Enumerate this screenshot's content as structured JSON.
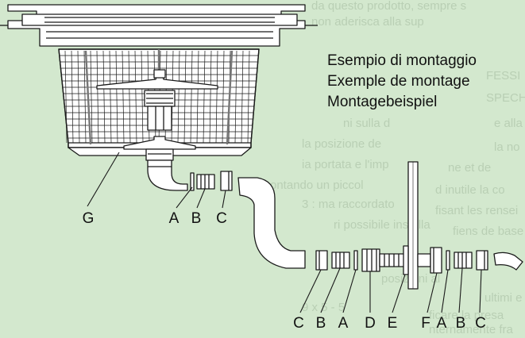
{
  "background_text": {
    "line1": "da questo prodotto, sempre s",
    "line2": "non aderisca alla sup",
    "right_fragments": [
      "FESSI",
      "SPECH",
      "e alla",
      "la no",
      "ne et de",
      "d inutile la co",
      "fisant les rensei",
      "fiens de base"
    ],
    "mid_fragments": [
      "ni sulla d",
      "la posizione de",
      "ia portata e l'imp",
      "ontando un piccol",
      "3 : ma raccordato",
      "ri possibile installa",
      "posizioni al",
      "9 x 5 - 5"
    ],
    "bottom_fragments": [
      "ultimi e Il",
      "ficare la presa",
      "nternamente fra"
    ]
  },
  "caption": {
    "lines": [
      "Esempio di montaggio",
      "Exemple de montage",
      "Montagebeispiel"
    ]
  },
  "labels_left": [
    "G",
    "A",
    "B",
    "C"
  ],
  "labels_right": [
    "C",
    "B",
    "A",
    "D",
    "E",
    "F",
    "A",
    "B",
    "C"
  ],
  "colors": {
    "background": "#d3e8ce",
    "paper_text": "#b7cdb2",
    "line": "#1a1a1a",
    "part_fill": "#ffffff"
  }
}
